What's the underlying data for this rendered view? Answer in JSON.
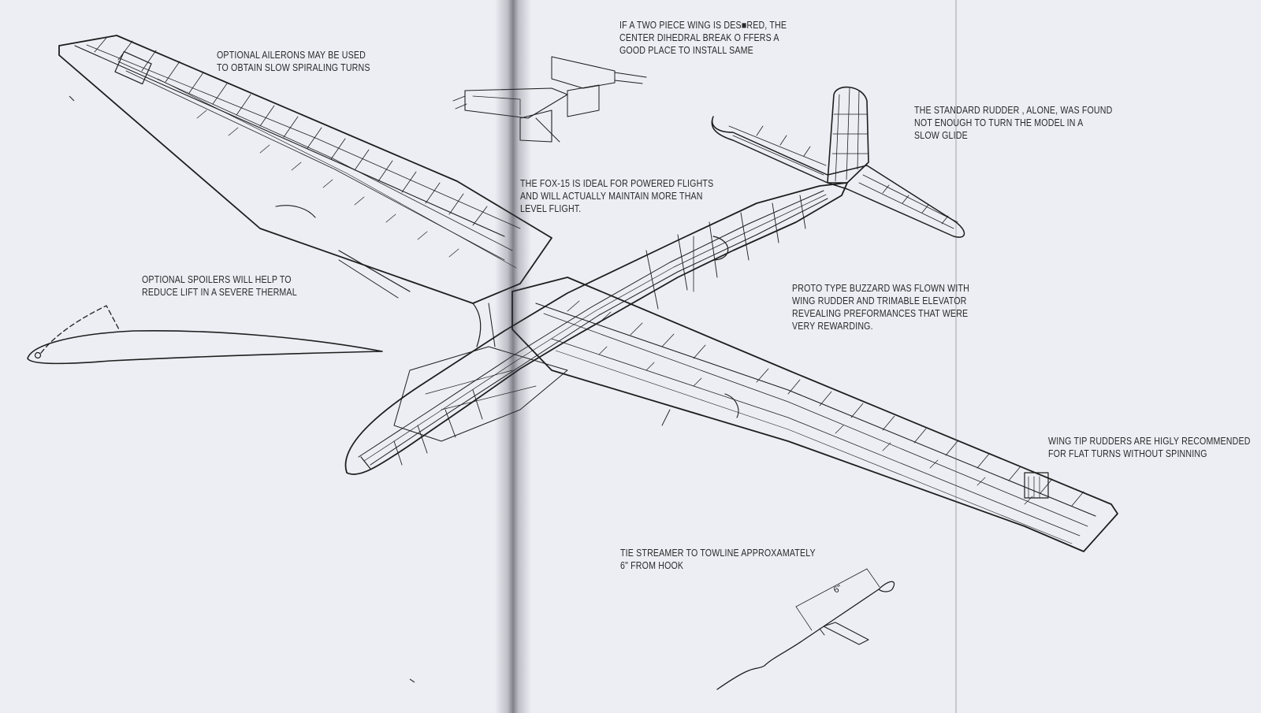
{
  "notes": {
    "ailerons": [
      "OPTIONAL AILERONS MAY BE USED",
      "TO OBTAIN SLOW SPIRALING TURNS"
    ],
    "two_piece_wing": [
      "IF A TWO PIECE WING IS DES■RED, THE",
      "CENTER DIHEDRAL BREAK O FFERS A",
      "GOOD PLACE TO INSTALL SAME"
    ],
    "rudder": [
      "THE STANDARD RUDDER , ALONE, WAS FOUND",
      "NOT ENOUGH TO TURN THE MODEL IN A",
      "SLOW GLIDE"
    ],
    "fox15": [
      "THE FOX-15 IS IDEAL FOR POWERED FLIGHTS",
      "AND WILL ACTUALLY MAINTAIN MORE THAN",
      "LEVEL FLIGHT."
    ],
    "spoilers": [
      "OPTIONAL SPOILERS WILL HELP TO",
      "REDUCE LIFT IN A SEVERE THERMAL"
    ],
    "prototype": [
      "PROTO TYPE BUZZARD WAS FLOWN WITH",
      "WING RUDDER AND TRIMABLE ELEVATOR",
      "REVEALING PREFORMANCES THAT WERE",
      "VERY REWARDING."
    ],
    "wingtip": [
      "WING TIP RUDDERS ARE HIGLY RECOMMENDED",
      "FOR FLAT TURNS WITHOUT SPINNING"
    ],
    "streamer": [
      "TIE STREAMER TO TOWLINE APPROXAMATELY",
      "6\" FROM HOOK"
    ]
  },
  "dimension_label": "6\"",
  "colors": {
    "paper": "#eceef4",
    "ink": "#1e1e1e"
  }
}
